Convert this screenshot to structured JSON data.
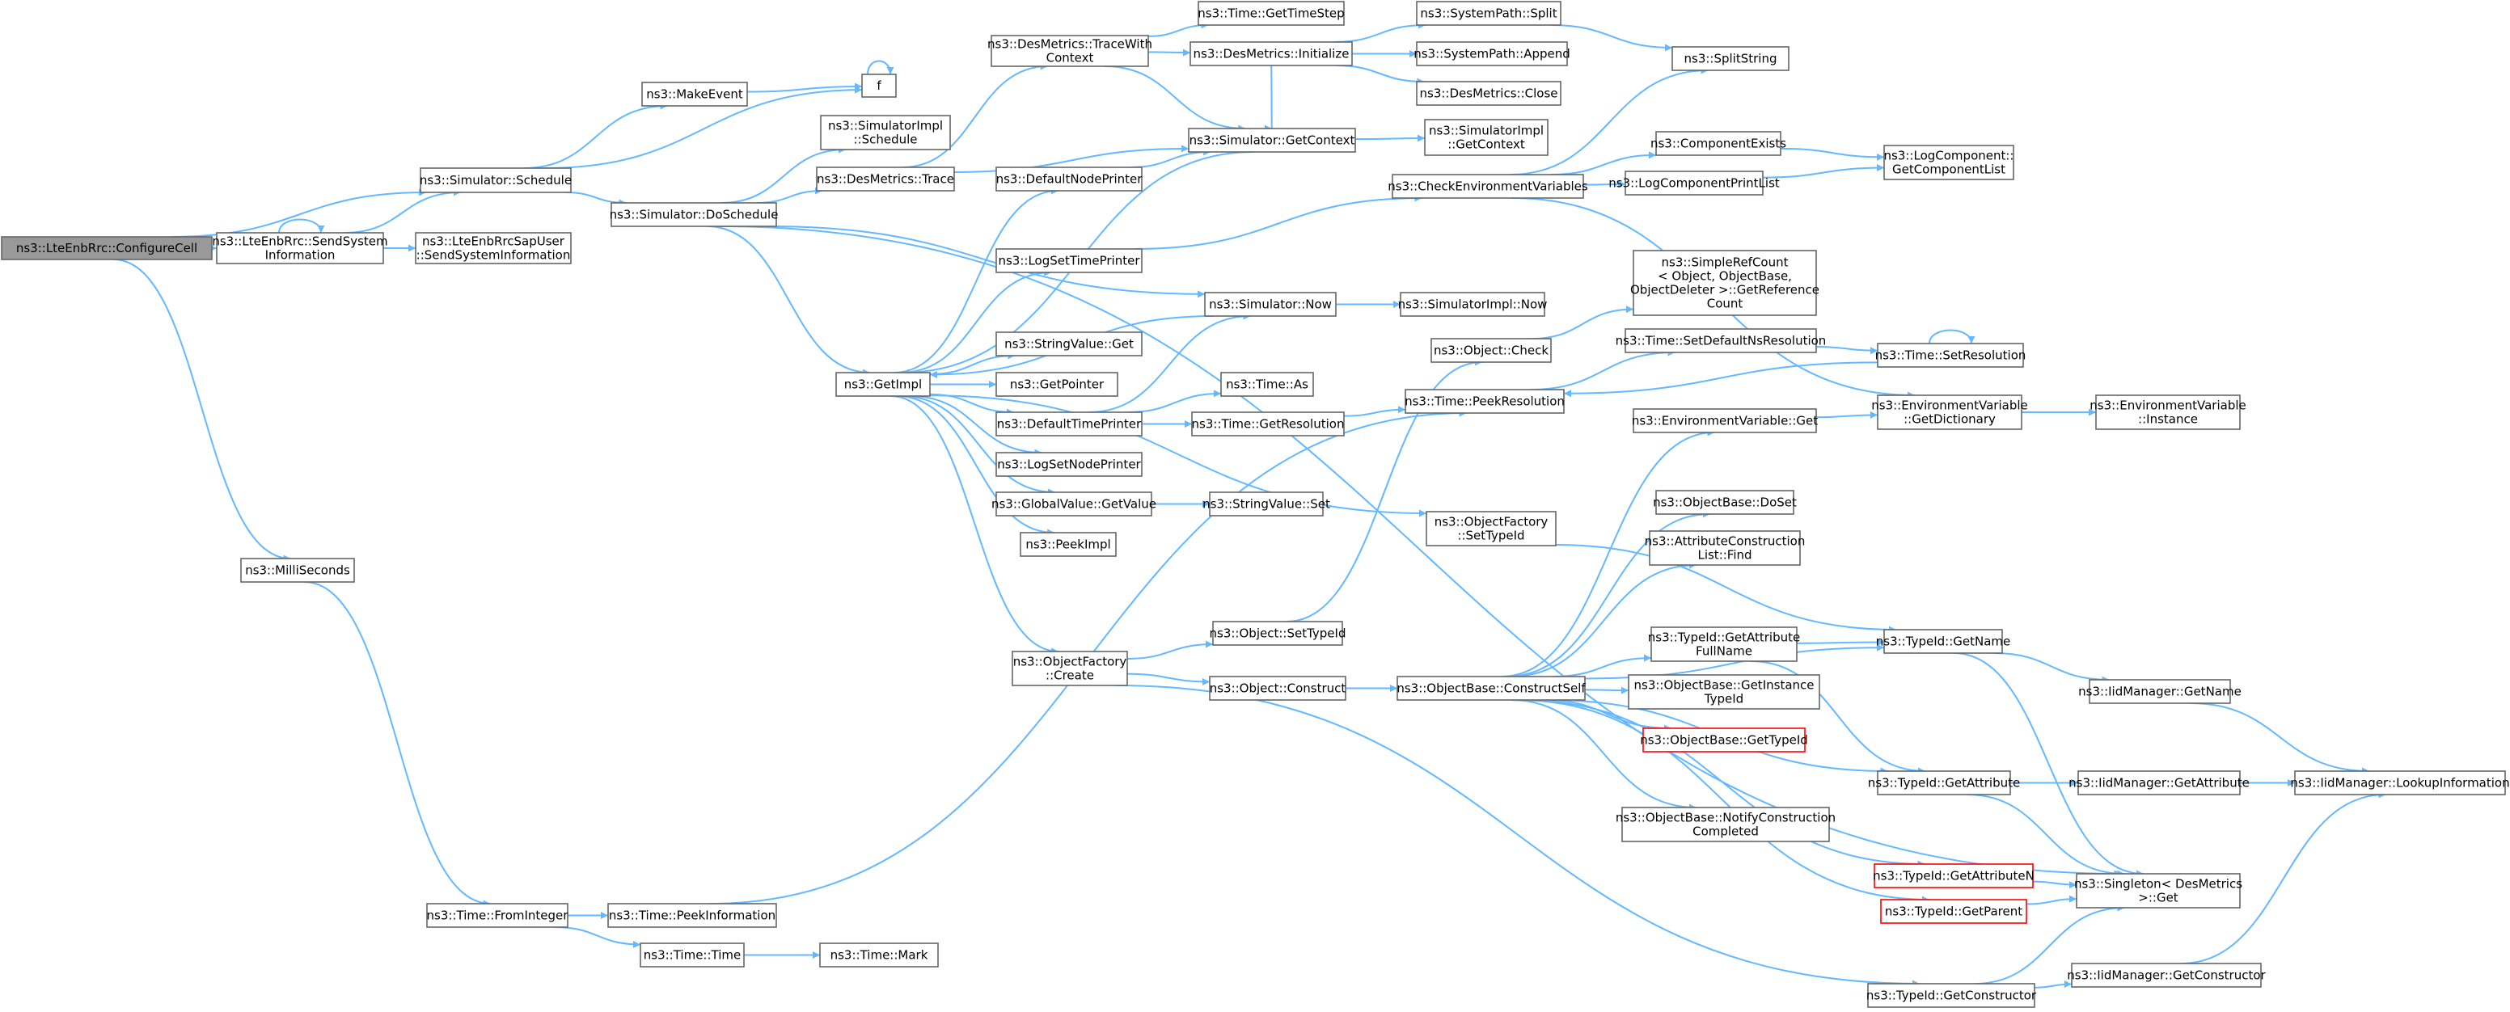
{
  "diagram": {
    "nodes": [
      {
        "id": "configurecell",
        "lines": [
          "ns3::LteEnbRrc::ConfigureCell"
        ],
        "style": "root"
      },
      {
        "id": "schedule",
        "lines": [
          "ns3::Simulator::Schedule"
        ]
      },
      {
        "id": "sendsysinfo",
        "lines": [
          "ns3::LteEnbRrc::SendSystem",
          "Information"
        ]
      },
      {
        "id": "sapuser",
        "lines": [
          "ns3::LteEnbRrcSapUser",
          "::SendSystemInformation"
        ]
      },
      {
        "id": "milliseconds",
        "lines": [
          "ns3::MilliSeconds"
        ]
      },
      {
        "id": "makeevent",
        "lines": [
          "ns3::MakeEvent"
        ]
      },
      {
        "id": "f",
        "lines": [
          "f"
        ]
      },
      {
        "id": "doschedule",
        "lines": [
          "ns3::Simulator::DoSchedule"
        ]
      },
      {
        "id": "simimplschedule",
        "lines": [
          "ns3::SimulatorImpl",
          "::Schedule"
        ]
      },
      {
        "id": "desmetricstrace",
        "lines": [
          "ns3::DesMetrics::Trace"
        ]
      },
      {
        "id": "tracewithcontext",
        "lines": [
          "ns3::DesMetrics::TraceWith",
          "Context"
        ]
      },
      {
        "id": "gettimestep",
        "lines": [
          "ns3::Time::GetTimeStep"
        ]
      },
      {
        "id": "desinit",
        "lines": [
          "ns3::DesMetrics::Initialize"
        ]
      },
      {
        "id": "syssplit",
        "lines": [
          "ns3::SystemPath::Split"
        ]
      },
      {
        "id": "sysappend",
        "lines": [
          "ns3::SystemPath::Append"
        ]
      },
      {
        "id": "desclose",
        "lines": [
          "ns3::DesMetrics::Close"
        ]
      },
      {
        "id": "splitstring",
        "lines": [
          "ns3::SplitString"
        ]
      },
      {
        "id": "getcontext",
        "lines": [
          "ns3::Simulator::GetContext"
        ]
      },
      {
        "id": "implgetcontext",
        "lines": [
          "ns3::SimulatorImpl",
          "::GetContext"
        ]
      },
      {
        "id": "defaultnodeprinter",
        "lines": [
          "ns3::DefaultNodePrinter"
        ]
      },
      {
        "id": "checkenv",
        "lines": [
          "ns3::CheckEnvironmentVariables"
        ]
      },
      {
        "id": "componentexists",
        "lines": [
          "ns3::ComponentExists"
        ]
      },
      {
        "id": "logcompprintlist",
        "lines": [
          "ns3::LogComponentPrintList"
        ]
      },
      {
        "id": "getcomponentlist",
        "lines": [
          "ns3::LogComponent::",
          "GetComponentList"
        ]
      },
      {
        "id": "logsettimeprinter",
        "lines": [
          "ns3::LogSetTimePrinter"
        ]
      },
      {
        "id": "simnow",
        "lines": [
          "ns3::Simulator::Now"
        ]
      },
      {
        "id": "implnow",
        "lines": [
          "ns3::SimulatorImpl::Now"
        ]
      },
      {
        "id": "simplerefcount",
        "lines": [
          "ns3::SimpleRefCount",
          "< Object, ObjectBase,",
          "ObjectDeleter >::GetReference",
          "Count"
        ]
      },
      {
        "id": "getimpl",
        "lines": [
          "ns3::GetImpl"
        ]
      },
      {
        "id": "stringvalueget",
        "lines": [
          "ns3::StringValue::Get"
        ]
      },
      {
        "id": "getpointer",
        "lines": [
          "ns3::GetPointer"
        ]
      },
      {
        "id": "defaulttimeprinter",
        "lines": [
          "ns3::DefaultTimePrinter"
        ]
      },
      {
        "id": "timeas",
        "lines": [
          "ns3::Time::As"
        ]
      },
      {
        "id": "timegetresolution",
        "lines": [
          "ns3::Time::GetResolution"
        ]
      },
      {
        "id": "objectcheck",
        "lines": [
          "ns3::Object::Check"
        ]
      },
      {
        "id": "setdefaultns",
        "lines": [
          "ns3::Time::SetDefaultNsResolution"
        ]
      },
      {
        "id": "timesetresolution",
        "lines": [
          "ns3::Time::SetResolution"
        ]
      },
      {
        "id": "peekresolution",
        "lines": [
          "ns3::Time::PeekResolution"
        ]
      },
      {
        "id": "envget",
        "lines": [
          "ns3::EnvironmentVariable::Get"
        ]
      },
      {
        "id": "envgetdict",
        "lines": [
          "ns3::EnvironmentVariable",
          "::GetDictionary"
        ]
      },
      {
        "id": "envinstance",
        "lines": [
          "ns3::EnvironmentVariable",
          "::Instance"
        ]
      },
      {
        "id": "logsetnodeprinter",
        "lines": [
          "ns3::LogSetNodePrinter"
        ]
      },
      {
        "id": "globalvalue",
        "lines": [
          "ns3::GlobalValue::GetValue"
        ]
      },
      {
        "id": "stringvalueset",
        "lines": [
          "ns3::StringValue::Set"
        ]
      },
      {
        "id": "peekimpl",
        "lines": [
          "ns3::PeekImpl"
        ]
      },
      {
        "id": "ofsettypeid",
        "lines": [
          "ns3::ObjectFactory",
          "::SetTypeId"
        ]
      },
      {
        "id": "obdoset",
        "lines": [
          "ns3::ObjectBase::DoSet"
        ]
      },
      {
        "id": "attrconstfind",
        "lines": [
          "ns3::AttributeConstruction",
          "List::Find"
        ]
      },
      {
        "id": "osettypeid",
        "lines": [
          "ns3::Object::SetTypeId"
        ]
      },
      {
        "id": "ofcreate",
        "lines": [
          "ns3::ObjectFactory",
          "::Create"
        ]
      },
      {
        "id": "oconstruct",
        "lines": [
          "ns3::Object::Construct"
        ]
      },
      {
        "id": "constructself",
        "lines": [
          "ns3::ObjectBase::ConstructSelf"
        ]
      },
      {
        "id": "getattrfullname",
        "lines": [
          "ns3::TypeId::GetAttribute",
          "FullName"
        ]
      },
      {
        "id": "typeidgetname",
        "lines": [
          "ns3::TypeId::GetName"
        ]
      },
      {
        "id": "getinstancetypeid",
        "lines": [
          "ns3::ObjectBase::GetInstance",
          "TypeId"
        ]
      },
      {
        "id": "iidgetname",
        "lines": [
          "ns3::IidManager::GetName"
        ]
      },
      {
        "id": "obgettypeid",
        "lines": [
          "ns3::ObjectBase::GetTypeId"
        ],
        "style": "red"
      },
      {
        "id": "typeidgetattr",
        "lines": [
          "ns3::TypeId::GetAttribute"
        ]
      },
      {
        "id": "iidgetattr",
        "lines": [
          "ns3::IidManager::GetAttribute"
        ]
      },
      {
        "id": "lookupinfo",
        "lines": [
          "ns3::IidManager::LookupInformation"
        ]
      },
      {
        "id": "notifyconstruction",
        "lines": [
          "ns3::ObjectBase::NotifyConstruction",
          "Completed"
        ]
      },
      {
        "id": "getattributen",
        "lines": [
          "ns3::TypeId::GetAttributeN"
        ],
        "style": "red"
      },
      {
        "id": "singletonget",
        "lines": [
          "ns3::Singleton< DesMetrics",
          ">::Get"
        ]
      },
      {
        "id": "getparent",
        "lines": [
          "ns3::TypeId::GetParent"
        ],
        "style": "red"
      },
      {
        "id": "fromint",
        "lines": [
          "ns3::Time::FromInteger"
        ]
      },
      {
        "id": "peekinformation",
        "lines": [
          "ns3::Time::PeekInformation"
        ]
      },
      {
        "id": "timetime",
        "lines": [
          "ns3::Time::Time"
        ]
      },
      {
        "id": "timemark",
        "lines": [
          "ns3::Time::Mark"
        ]
      },
      {
        "id": "typeidgetconstructor",
        "lines": [
          "ns3::TypeId::GetConstructor"
        ]
      },
      {
        "id": "iidgetconstructor",
        "lines": [
          "ns3::IidManager::GetConstructor"
        ]
      }
    ],
    "edges": [
      [
        "configurecell",
        "schedule"
      ],
      [
        "configurecell",
        "sendsysinfo"
      ],
      [
        "configurecell",
        "milliseconds"
      ],
      [
        "sendsysinfo",
        "sendsysinfo"
      ],
      [
        "sendsysinfo",
        "schedule"
      ],
      [
        "sendsysinfo",
        "sapuser"
      ],
      [
        "schedule",
        "makeevent"
      ],
      [
        "schedule",
        "f"
      ],
      [
        "schedule",
        "doschedule"
      ],
      [
        "makeevent",
        "f"
      ],
      [
        "f",
        "f"
      ],
      [
        "doschedule",
        "simimplschedule"
      ],
      [
        "doschedule",
        "desmetricstrace"
      ],
      [
        "doschedule",
        "getimpl"
      ],
      [
        "doschedule",
        "simnow"
      ],
      [
        "doschedule",
        "singletonget"
      ],
      [
        "desmetricstrace",
        "tracewithcontext"
      ],
      [
        "desmetricstrace",
        "getcontext"
      ],
      [
        "tracewithcontext",
        "gettimestep"
      ],
      [
        "tracewithcontext",
        "desinit"
      ],
      [
        "tracewithcontext",
        "getcontext"
      ],
      [
        "desinit",
        "syssplit"
      ],
      [
        "desinit",
        "sysappend"
      ],
      [
        "desinit",
        "desclose"
      ],
      [
        "desinit",
        "getcontext"
      ],
      [
        "syssplit",
        "splitstring"
      ],
      [
        "getcontext",
        "getimpl"
      ],
      [
        "getcontext",
        "implgetcontext"
      ],
      [
        "defaultnodeprinter",
        "getcontext"
      ],
      [
        "checkenv",
        "splitstring"
      ],
      [
        "checkenv",
        "componentexists"
      ],
      [
        "checkenv",
        "logcompprintlist"
      ],
      [
        "checkenv",
        "envgetdict"
      ],
      [
        "componentexists",
        "getcomponentlist"
      ],
      [
        "logcompprintlist",
        "getcomponentlist"
      ],
      [
        "logsettimeprinter",
        "checkenv"
      ],
      [
        "simnow",
        "getimpl"
      ],
      [
        "simnow",
        "implnow"
      ],
      [
        "getimpl",
        "defaultnodeprinter"
      ],
      [
        "getimpl",
        "logsettimeprinter"
      ],
      [
        "getimpl",
        "stringvalueget"
      ],
      [
        "getimpl",
        "getpointer"
      ],
      [
        "getimpl",
        "defaulttimeprinter"
      ],
      [
        "getimpl",
        "logsetnodeprinter"
      ],
      [
        "getimpl",
        "globalvalue"
      ],
      [
        "getimpl",
        "peekimpl"
      ],
      [
        "getimpl",
        "ofsettypeid"
      ],
      [
        "getimpl",
        "ofcreate"
      ],
      [
        "defaulttimeprinter",
        "simnow"
      ],
      [
        "defaulttimeprinter",
        "timeas"
      ],
      [
        "defaulttimeprinter",
        "timegetresolution"
      ],
      [
        "timegetresolution",
        "peekresolution"
      ],
      [
        "objectcheck",
        "simplerefcount"
      ],
      [
        "setdefaultns",
        "timesetresolution"
      ],
      [
        "timesetresolution",
        "timesetresolution"
      ],
      [
        "timesetresolution",
        "peekresolution"
      ],
      [
        "peekresolution",
        "setdefaultns"
      ],
      [
        "envget",
        "envgetdict"
      ],
      [
        "envgetdict",
        "envinstance"
      ],
      [
        "globalvalue",
        "stringvalueset"
      ],
      [
        "ofsettypeid",
        "typeidgetname"
      ],
      [
        "ofcreate",
        "osettypeid"
      ],
      [
        "ofcreate",
        "oconstruct"
      ],
      [
        "ofcreate",
        "typeidgetconstructor"
      ],
      [
        "osettypeid",
        "objectcheck"
      ],
      [
        "oconstruct",
        "constructself"
      ],
      [
        "constructself",
        "envget"
      ],
      [
        "constructself",
        "obdoset"
      ],
      [
        "constructself",
        "attrconstfind"
      ],
      [
        "constructself",
        "getattrfullname"
      ],
      [
        "constructself",
        "typeidgetname"
      ],
      [
        "constructself",
        "getinstancetypeid"
      ],
      [
        "constructself",
        "obgettypeid"
      ],
      [
        "constructself",
        "typeidgetattr"
      ],
      [
        "constructself",
        "notifyconstruction"
      ],
      [
        "constructself",
        "getattributen"
      ],
      [
        "constructself",
        "getparent"
      ],
      [
        "getattrfullname",
        "typeidgetname"
      ],
      [
        "getattrfullname",
        "typeidgetattr"
      ],
      [
        "typeidgetname",
        "iidgetname"
      ],
      [
        "typeidgetname",
        "singletonget"
      ],
      [
        "iidgetname",
        "lookupinfo"
      ],
      [
        "typeidgetattr",
        "iidgetattr"
      ],
      [
        "typeidgetattr",
        "singletonget"
      ],
      [
        "iidgetattr",
        "lookupinfo"
      ],
      [
        "getattributen",
        "singletonget"
      ],
      [
        "getparent",
        "singletonget"
      ],
      [
        "typeidgetconstructor",
        "singletonget"
      ],
      [
        "typeidgetconstructor",
        "iidgetconstructor"
      ],
      [
        "iidgetconstructor",
        "lookupinfo"
      ],
      [
        "milliseconds",
        "fromint"
      ],
      [
        "fromint",
        "peekinformation"
      ],
      [
        "fromint",
        "timetime"
      ],
      [
        "peekinformation",
        "peekresolution"
      ],
      [
        "timetime",
        "timemark"
      ]
    ]
  },
  "colors": {
    "edge": "#63b8ff",
    "border": "#666666",
    "root_fill": "#999999",
    "red_border": "#ff0000"
  }
}
